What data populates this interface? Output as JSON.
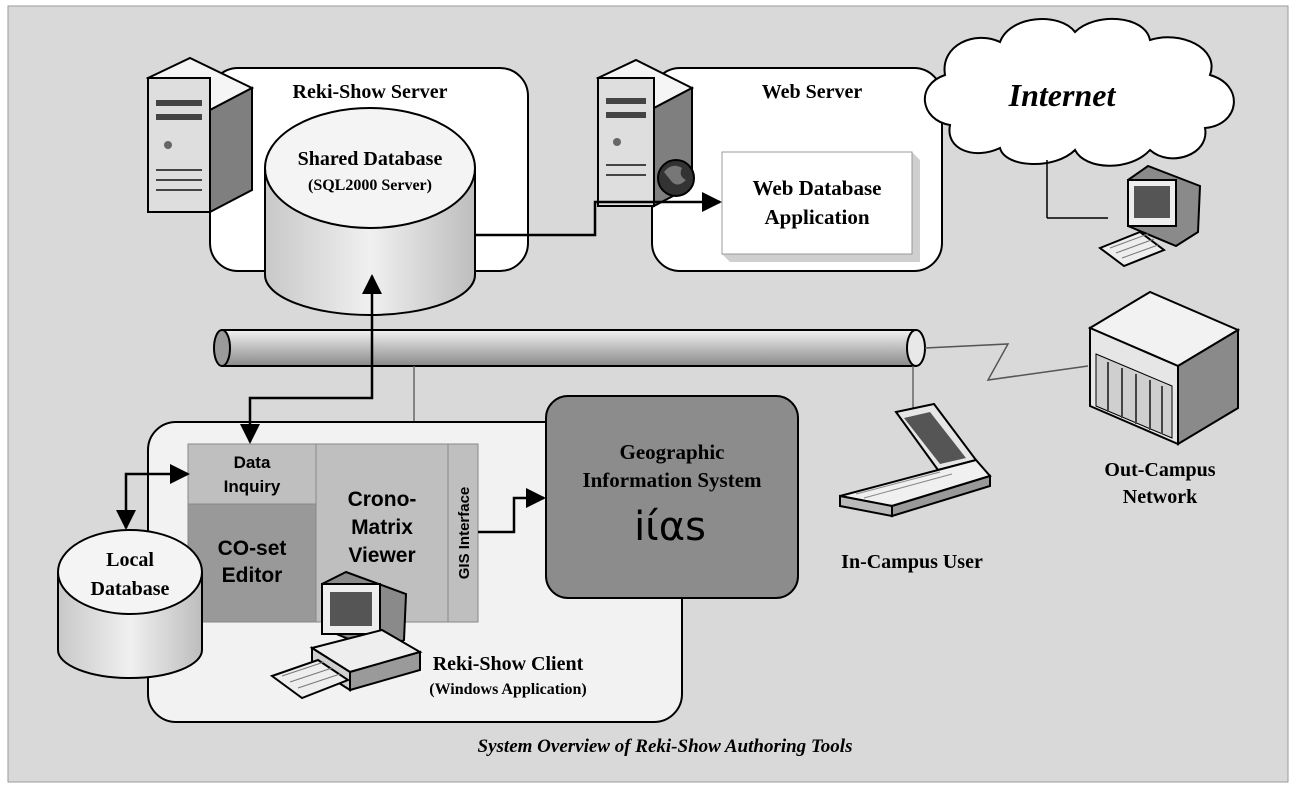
{
  "reki_server": {
    "title": "Reki-Show Server"
  },
  "shared_db": {
    "line1": "Shared Database",
    "line2": "(SQL2000 Server)"
  },
  "web_server": {
    "title": "Web Server"
  },
  "web_app": {
    "line1": "Web Database",
    "line2": "Application"
  },
  "internet": {
    "label": "Internet"
  },
  "client": {
    "data_inquiry": {
      "line1": "Data",
      "line2": "Inquiry"
    },
    "coset_editor": {
      "line1": "CO-set",
      "line2": "Editor"
    },
    "crono_viewer": {
      "line1": "Crono-",
      "line2": "Matrix",
      "line3": "Viewer"
    },
    "gis_interface": "GIS Interface",
    "title_line1": "Reki-Show Client",
    "title_line2": "(Windows Application)"
  },
  "local_db": {
    "line1": "Local",
    "line2": "Database"
  },
  "gis": {
    "line1": "Geographic",
    "line2": "Information System",
    "logo": "iίαs"
  },
  "in_campus": {
    "label": "In-Campus User"
  },
  "out_campus": {
    "line1": "Out-Campus",
    "line2": "Network"
  },
  "caption": "System Overview of Reki-Show Authoring Tools",
  "colors": {
    "background": "#d9d9d9",
    "panel": "#ffffff",
    "box_gray": "#bfbfbf",
    "box_dark": "#999999",
    "gis_dark": "#8c8c8c"
  }
}
